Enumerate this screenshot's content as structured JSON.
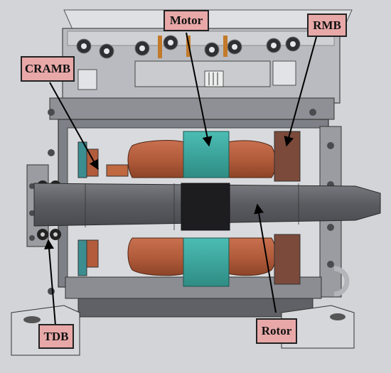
{
  "labels": {
    "motor": "Motor",
    "rmb": "RMB",
    "cramb": "CRAMB",
    "tdb": "TDB",
    "rotor": "Rotor"
  },
  "colors": {
    "label_fill": "#e8a8a8",
    "background": "#d2d4d8",
    "housing": "#8d9096",
    "housing_dark": "#54575c",
    "top_cover": "#c4c6cb",
    "copper_winding": "#b5603f",
    "stator_core": "#3fa9a0",
    "shaft": "#606166",
    "center_rotor": "#1f1f1f"
  },
  "icons": {
    "pointer": "arrow-icon"
  }
}
